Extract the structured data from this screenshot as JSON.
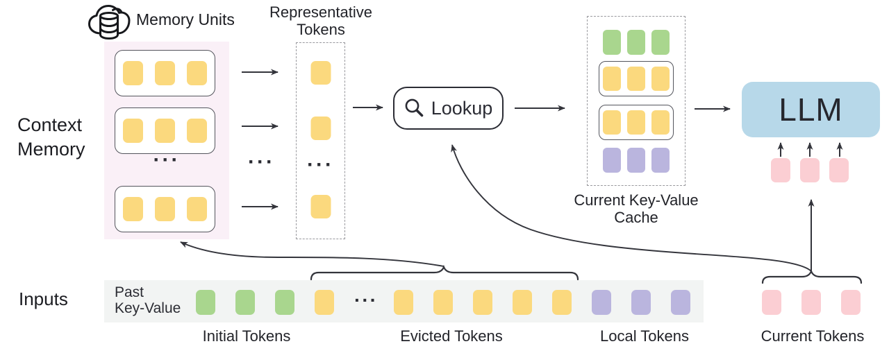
{
  "colors": {
    "yellow": "#fbd97e",
    "green": "#a9d68e",
    "purple": "#bab5de",
    "pink": "#fbced3",
    "blue": "#b7d8e9",
    "memoryBg": "#faf0f7",
    "inputsBg": "#f2f4f3",
    "line": "#33343b",
    "text": "#222329"
  },
  "memory": {
    "units_title": "Memory Units",
    "label_line1": "Context",
    "label_line2": "Memory",
    "ellipsis": "···",
    "units": [
      {
        "count": 3,
        "color": "yellow",
        "name": "memory-token"
      },
      {
        "count": 3,
        "color": "yellow",
        "name": "memory-token"
      },
      {
        "count": 3,
        "color": "yellow",
        "name": "memory-token"
      }
    ]
  },
  "representative": {
    "label_line1": "Representative",
    "label_line2": "Tokens",
    "ellipsis": "···",
    "tokens": [
      {
        "count": 1,
        "color": "yellow",
        "name": "representative-token"
      },
      {
        "count": 1,
        "color": "yellow",
        "name": "representative-token"
      },
      {
        "count": 1,
        "color": "yellow",
        "name": "representative-token"
      }
    ]
  },
  "flow_ellipsis": "···",
  "lookup": {
    "label": "Lookup"
  },
  "cache": {
    "label_line1": "Current Key-Value",
    "label_line2": "Cache",
    "rows": [
      {
        "count": 3,
        "color": "green",
        "name": "cache-initial-token"
      },
      {
        "count": 3,
        "color": "yellow",
        "name": "cache-retrieved-token"
      },
      {
        "count": 3,
        "color": "yellow",
        "name": "cache-retrieved-token"
      },
      {
        "count": 3,
        "color": "purple",
        "name": "cache-local-token"
      }
    ]
  },
  "llm": {
    "label": "LLM",
    "input_tokens": {
      "count": 3,
      "color": "pink",
      "name": "llm-input-token"
    }
  },
  "inputs": {
    "label": "Inputs",
    "bar_label_line1": "Past",
    "bar_label_line2": "Key-Value",
    "ellipsis": "···",
    "initial": {
      "count": 3,
      "color": "green",
      "name": "initial-token"
    },
    "evicted_before": {
      "count": 1,
      "color": "yellow",
      "name": "evicted-token"
    },
    "evicted_after": {
      "count": 5,
      "color": "yellow",
      "name": "evicted-token"
    },
    "local": {
      "count": 3,
      "color": "purple",
      "name": "local-token"
    },
    "current": {
      "count": 3,
      "color": "pink",
      "name": "current-token"
    },
    "labels": {
      "initial": "Initial Tokens",
      "evicted": "Evicted Tokens",
      "local": "Local Tokens",
      "current": "Current Tokens"
    }
  }
}
